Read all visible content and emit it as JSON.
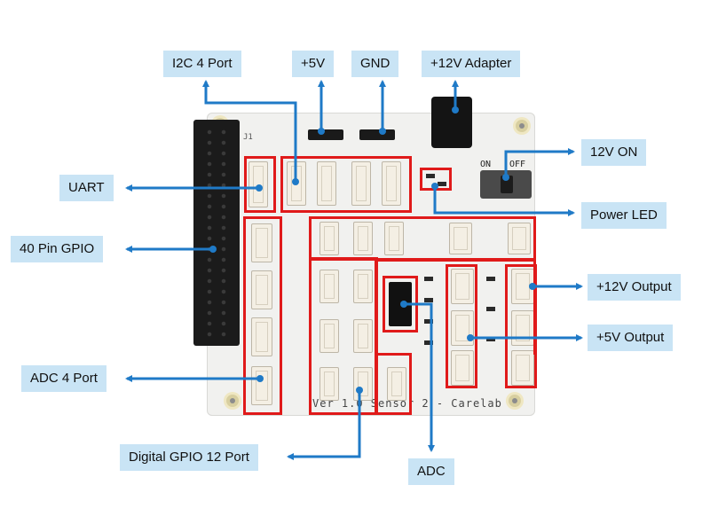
{
  "labels": {
    "i2c": "I2C 4 Port",
    "v5": "+5V",
    "gnd": "GND",
    "adapter": "+12V Adapter",
    "on12v": "12V ON",
    "uart": "UART",
    "gpio40": "40 Pin GPIO",
    "powerled": "Power LED",
    "out12v": "+12V Output",
    "out5v": "+5V Output",
    "adc4": "ADC 4 Port",
    "digital": "Digital GPIO 12 Port",
    "adc": "ADC"
  },
  "board": {
    "j1": "J1",
    "on": "ON",
    "off": "OFF",
    "footer": "Ver 1.0 Sensor 2 - Carelab"
  },
  "colors": {
    "label_bg": "#c9e4f5",
    "arrow": "#1f7ac7",
    "highlight": "#e01a1a"
  }
}
